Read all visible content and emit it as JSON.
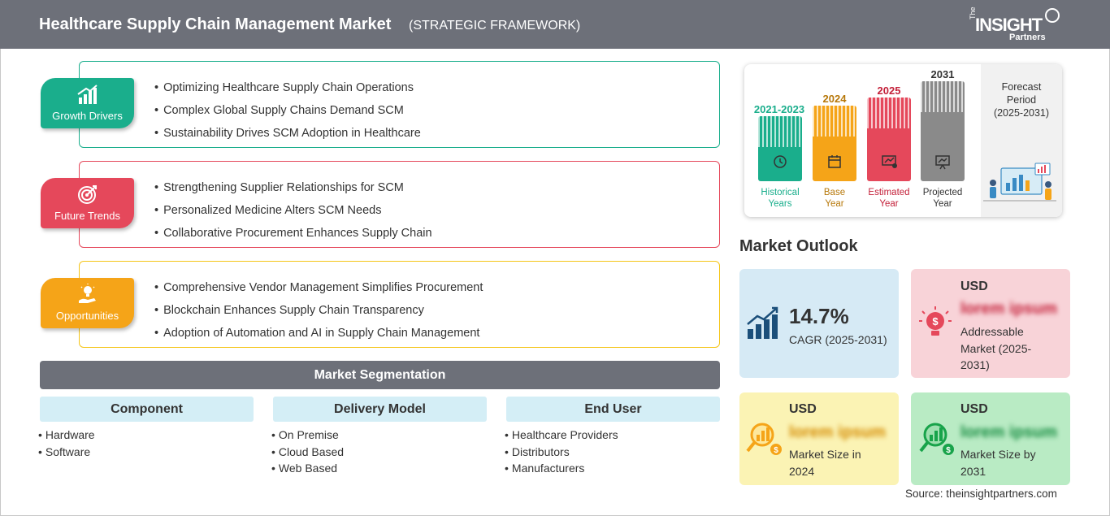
{
  "header": {
    "title": "Healthcare Supply Chain Management Market",
    "subtitle": "(STRATEGIC FRAMEWORK)",
    "logo_the": "The",
    "logo_insight": "INSIGHT",
    "logo_partners": "Partners"
  },
  "categories": [
    {
      "label": "Growth Drivers",
      "color": "#1aae8c",
      "items": [
        "Optimizing Healthcare Supply Chain Operations",
        "Complex Global Supply Chains Demand SCM",
        "Sustainability Drives SCM Adoption in Healthcare"
      ]
    },
    {
      "label": "Future Trends",
      "color": "#e5485b",
      "items": [
        "Strengthening Supplier Relationships for SCM",
        "Personalized Medicine Alters SCM Needs",
        "Collaborative Procurement Enhances Supply Chain"
      ]
    },
    {
      "label": "Opportunities",
      "color": "#f5a418",
      "items": [
        "Comprehensive Vendor Management Simplifies Procurement",
        "Blockchain Enhances Supply Chain Transparency",
        "Adoption of Automation and AI in Supply Chain Management"
      ]
    }
  ],
  "segmentation": {
    "title": "Market Segmentation",
    "columns": [
      {
        "heading": "Component",
        "items": [
          "Hardware",
          "Software"
        ]
      },
      {
        "heading": "Delivery Model",
        "items": [
          "On Premise",
          "Cloud Based",
          "Web Based"
        ]
      },
      {
        "heading": "End User",
        "items": [
          "Healthcare Providers",
          "Distributors",
          "Manufacturers"
        ]
      }
    ]
  },
  "timeline": {
    "bars": [
      {
        "year": "2021-2023",
        "caption_1": "Historical",
        "caption_2": "Years",
        "color": "#1aae8c"
      },
      {
        "year": "2024",
        "caption_1": "Base",
        "caption_2": "Year",
        "color": "#f5a418"
      },
      {
        "year": "2025",
        "caption_1": "Estimated",
        "caption_2": "Year",
        "color": "#e5485b"
      },
      {
        "year": "2031",
        "caption_1": "Projected",
        "caption_2": "Year",
        "color": "#8a8a8a"
      }
    ],
    "forecast_1": "Forecast",
    "forecast_2": "Period",
    "forecast_3": "(2025-2031)"
  },
  "outlook": {
    "title": "Market Outlook",
    "cagr_value": "14.7%",
    "cagr_label": "CAGR (2025-2031)",
    "addressable_usd": "USD",
    "addressable_value": "lorem ipsum",
    "addressable_label": "Addressable Market (2025-2031)",
    "size_2024_usd": "USD",
    "size_2024_value": "lorem ipsum",
    "size_2024_label": "Market Size in 2024",
    "size_2031_usd": "USD",
    "size_2031_value": "lorem ipsum",
    "size_2031_label": "Market Size by 2031"
  },
  "source": "Source: theinsightpartners.com"
}
